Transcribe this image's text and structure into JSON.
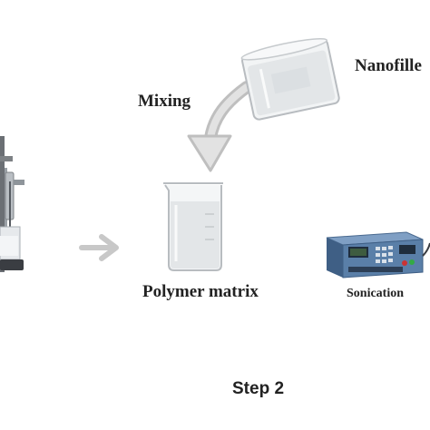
{
  "labels": {
    "mixing": "Mixing",
    "nanofiller": "Nanofille",
    "polymer_matrix": "Polymer matrix",
    "sonication": "Sonication",
    "step": "Step 2"
  },
  "icons": {
    "stirrer": "overhead-stirrer-icon",
    "pour_beaker": "tilted-beaker-icon",
    "curved_arrow": "curved-arrow-icon",
    "right_arrow": "right-arrow-icon",
    "beaker": "beaker-icon",
    "sonicator": "sonicator-device-icon"
  },
  "colors": {
    "text": "#222222",
    "arrow": "#c8c8c8",
    "glass": "#b8bcc0",
    "liquid": "#e3e6e8",
    "device_blue": "#5a7fa8",
    "device_dark": "#2c3e55"
  }
}
